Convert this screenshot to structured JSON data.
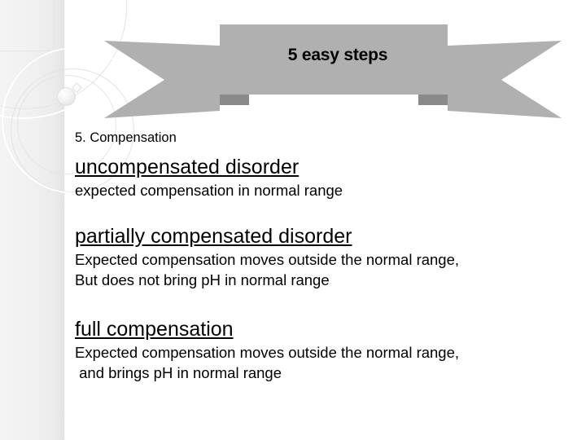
{
  "slide": {
    "banner": {
      "title": "5 easy steps",
      "ribbon_color": "#b0b0b0",
      "fold_color": "#8a8a8a"
    },
    "step_label": "5. Compensation",
    "sections": [
      {
        "heading": "uncompensated disorder",
        "lines": [
          "expected compensation in normal range"
        ]
      },
      {
        "heading": "partially compensated disorder",
        "lines": [
          "Expected compensation moves outside the normal range,",
          "But does not bring pH in normal range"
        ]
      },
      {
        "heading": "full compensation",
        "lines": [
          "Expected compensation moves outside the normal range,",
          " and brings pH in normal range"
        ]
      }
    ]
  },
  "decoration": {
    "sidebar_color": "#f0f0f0",
    "accent_outline": "#e4e4e4"
  }
}
